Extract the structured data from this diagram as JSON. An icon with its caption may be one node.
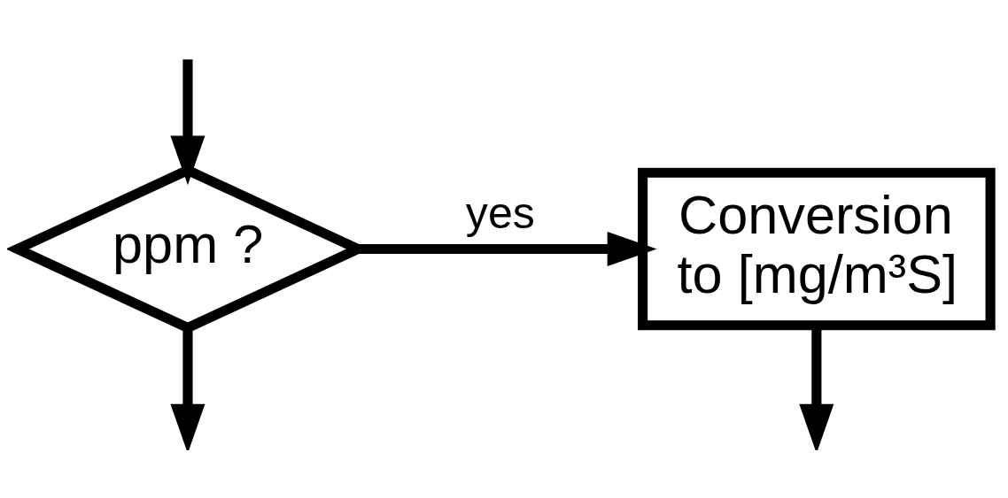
{
  "diagram": {
    "nodes": [
      {
        "text": [
          "ppm ?"
        ]
      },
      {
        "text": [
          "Conversion to [mg/m³S]"
        ]
      }
    ],
    "edges": [
      {
        "from": null,
        "to": 0,
        "arrow": "to"
      },
      {
        "from": 0,
        "to": 1,
        "arrow": "to",
        "label": "yes"
      },
      {
        "from": 0,
        "to": null,
        "arrow": "to"
      },
      {
        "from": 1,
        "to": null,
        "arrow": "to"
      }
    ]
  }
}
